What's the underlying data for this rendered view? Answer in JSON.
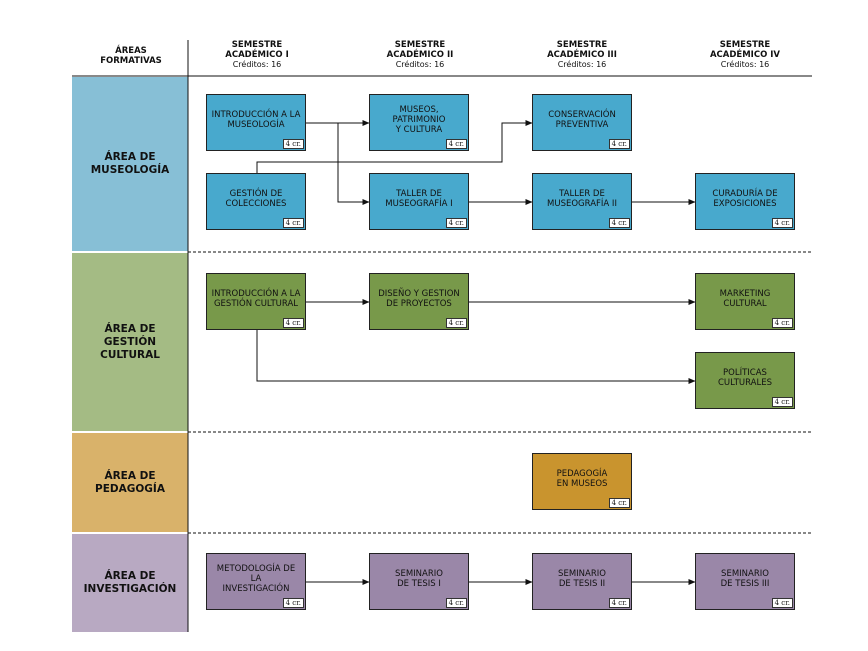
{
  "headers": {
    "areas": "ÁREAS\nFORMATIVAS",
    "semesters": [
      {
        "title": "SEMESTRE\nACADÉMICO I",
        "credits": "Créditos: 16"
      },
      {
        "title": "SEMESTRE\nACADÉMICO II",
        "credits": "Créditos: 16"
      },
      {
        "title": "SEMESTRE\nACADÉMICO III",
        "credits": "Créditos: 16"
      },
      {
        "title": "SEMESTRE\nACADÉMICO IV",
        "credits": "Créditos: 16"
      }
    ]
  },
  "areas": [
    {
      "label": "ÁREA DE\nMUSEOLOGÍA",
      "color": "#87bfd6"
    },
    {
      "label": "ÁREA DE\nGESTIÓN\nCULTURAL",
      "color": "#a4bb84"
    },
    {
      "label": "ÁREA DE\nPEDAGOGÍA",
      "color": "#d9b26a"
    },
    {
      "label": "ÁREA DE\nINVESTIGACIÓN",
      "color": "#b8a9c2"
    }
  ],
  "courses": {
    "intro_museologia": {
      "label": "INTRODUCCIÓN A LA\nMUSEOLOGÍA",
      "credits": "4 cr."
    },
    "museos_patrimonio": {
      "label": "MUSEOS,\nPATRIMONIO\nY CULTURA",
      "credits": "4 cr."
    },
    "conservacion": {
      "label": "CONSERVACIÓN\nPREVENTIVA",
      "credits": "4 cr."
    },
    "gestion_colecciones": {
      "label": "GESTIÓN DE\nCOLECCIONES",
      "credits": "4 cr."
    },
    "taller_1": {
      "label": "TALLER DE\nMUSEOGRAFÍA I",
      "credits": "4 cr."
    },
    "taller_2": {
      "label": "TALLER DE\nMUSEOGRAFÍA II",
      "credits": "4 cr."
    },
    "curaduria": {
      "label": "CURADURÍA DE\nEXPOSICIONES",
      "credits": "4 cr."
    },
    "intro_gestion": {
      "label": "INTRODUCCIÓN A LA\nGESTIÓN CULTURAL",
      "credits": "4 cr."
    },
    "diseno_proyectos": {
      "label": "DISEÑO Y GESTION\nDE PROYECTOS",
      "credits": "4 cr."
    },
    "marketing": {
      "label": "MARKETING\nCULTURAL",
      "credits": "4 cr."
    },
    "politicas": {
      "label": "POLÍTICAS\nCULTURALES",
      "credits": "4 cr."
    },
    "pedagogia": {
      "label": "PEDAGOGÍA\nEN MUSEOS",
      "credits": "4 cr."
    },
    "metodologia": {
      "label": "METODOLOGÍA DE LA\nINVESTIGACIÓN",
      "credits": "4 cr."
    },
    "seminario_1": {
      "label": "SEMINARIO\nDE TESIS I",
      "credits": "4 cr."
    },
    "seminario_2": {
      "label": "SEMINARIO\nDE TESIS II",
      "credits": "4 cr."
    },
    "seminario_3": {
      "label": "SEMINARIO\nDE TESIS III",
      "credits": "4 cr."
    }
  }
}
